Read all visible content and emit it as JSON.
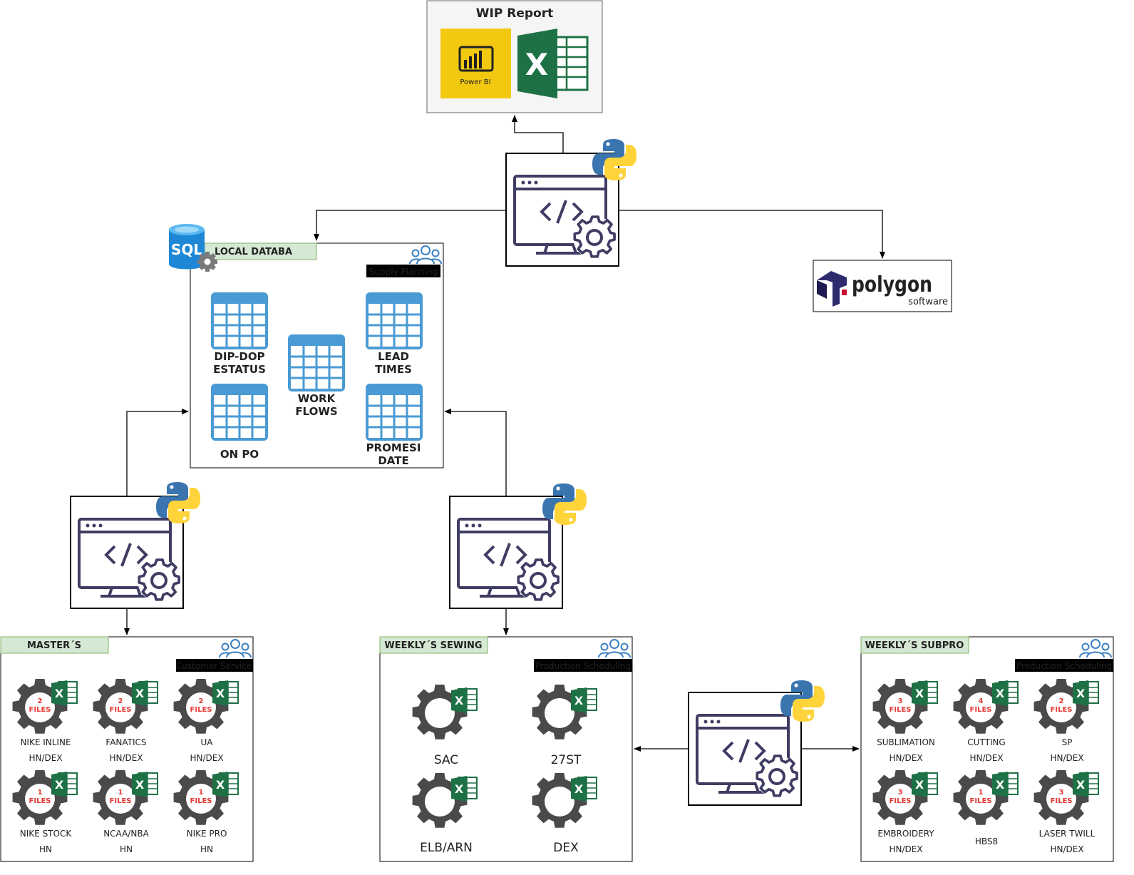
{
  "colors": {
    "accent_green": "#d5e8d4",
    "green_border": "#82b366",
    "powerbi_yellow": "#f2c811",
    "excel_green": "#1e7145",
    "python_blue": "#3a75b0",
    "python_yellow": "#ffd43b",
    "sql_blue": "#1e88d6",
    "table_blue": "#4a9ad4",
    "gear_gray": "#4a4a4a",
    "files_red": "#e53935",
    "polygon_navy": "#2e2a6e",
    "polygon_red": "#c8102e",
    "team_icon_blue": "#3a7fc1"
  },
  "wip_report": {
    "title": "WIP Report",
    "powerbi_label": "Power BI",
    "excel_letter": "X"
  },
  "polygon": {
    "word": "polygon",
    "sub": "software"
  },
  "local_db": {
    "sql_label": "SQL",
    "title": "LOCAL DATABA",
    "team": "Supply Planning",
    "tables": [
      {
        "line1": "DIP-DOP",
        "line2": "ESTATUS"
      },
      {
        "line1": "LEAD",
        "line2": "TIMES"
      },
      {
        "line1": "WORK",
        "line2": "FLOWS"
      },
      {
        "line1": "ON PO",
        "line2": ""
      },
      {
        "line1": "PROMESI",
        "line2": "DATE"
      }
    ]
  },
  "masters": {
    "title": "MASTER´S",
    "team": "Customer Service",
    "items": [
      {
        "count": "2",
        "files": "FILES",
        "name": "NIKE INLINE",
        "site": "HN/DEX"
      },
      {
        "count": "2",
        "files": "FILES",
        "name": "FANATICS",
        "site": "HN/DEX"
      },
      {
        "count": "2",
        "files": "FILES",
        "name": "UA",
        "site": "HN/DEX"
      },
      {
        "count": "1",
        "files": "FILES",
        "name": "NIKE STOCK",
        "site": "HN"
      },
      {
        "count": "1",
        "files": "FILES",
        "name": "NCAA/NBA",
        "site": "HN"
      },
      {
        "count": "1",
        "files": "FILES",
        "name": "NIKE PRO",
        "site": "HN"
      }
    ]
  },
  "sewing": {
    "title": "WEEKLY´S SEWING",
    "team": "Production Scheduling",
    "items": [
      {
        "name": "SAC"
      },
      {
        "name": "27ST"
      },
      {
        "name": "ELB/ARN"
      },
      {
        "name": "DEX"
      }
    ]
  },
  "subpro": {
    "title": "WEEKLY´S SUBPRO",
    "team": "Production Scheduling",
    "items": [
      {
        "count": "3",
        "files": "FILES",
        "name": "SUBLIMATION",
        "site": "HN/DEX"
      },
      {
        "count": "4",
        "files": "FILES",
        "name": "CUTTING",
        "site": "HN/DEX"
      },
      {
        "count": "2",
        "files": "FILES",
        "name": "SP",
        "site": "HN/DEX"
      },
      {
        "count": "3",
        "files": "FILES",
        "name": "EMBROIDERY",
        "site": "HN/DEX"
      },
      {
        "count": "1",
        "files": "FILES",
        "name": "HBS8",
        "site": ""
      },
      {
        "count": "3",
        "files": "FILES",
        "name": "LASER TWILL",
        "site": "HN/DEX"
      }
    ]
  },
  "code_icon_glyph": "</>"
}
